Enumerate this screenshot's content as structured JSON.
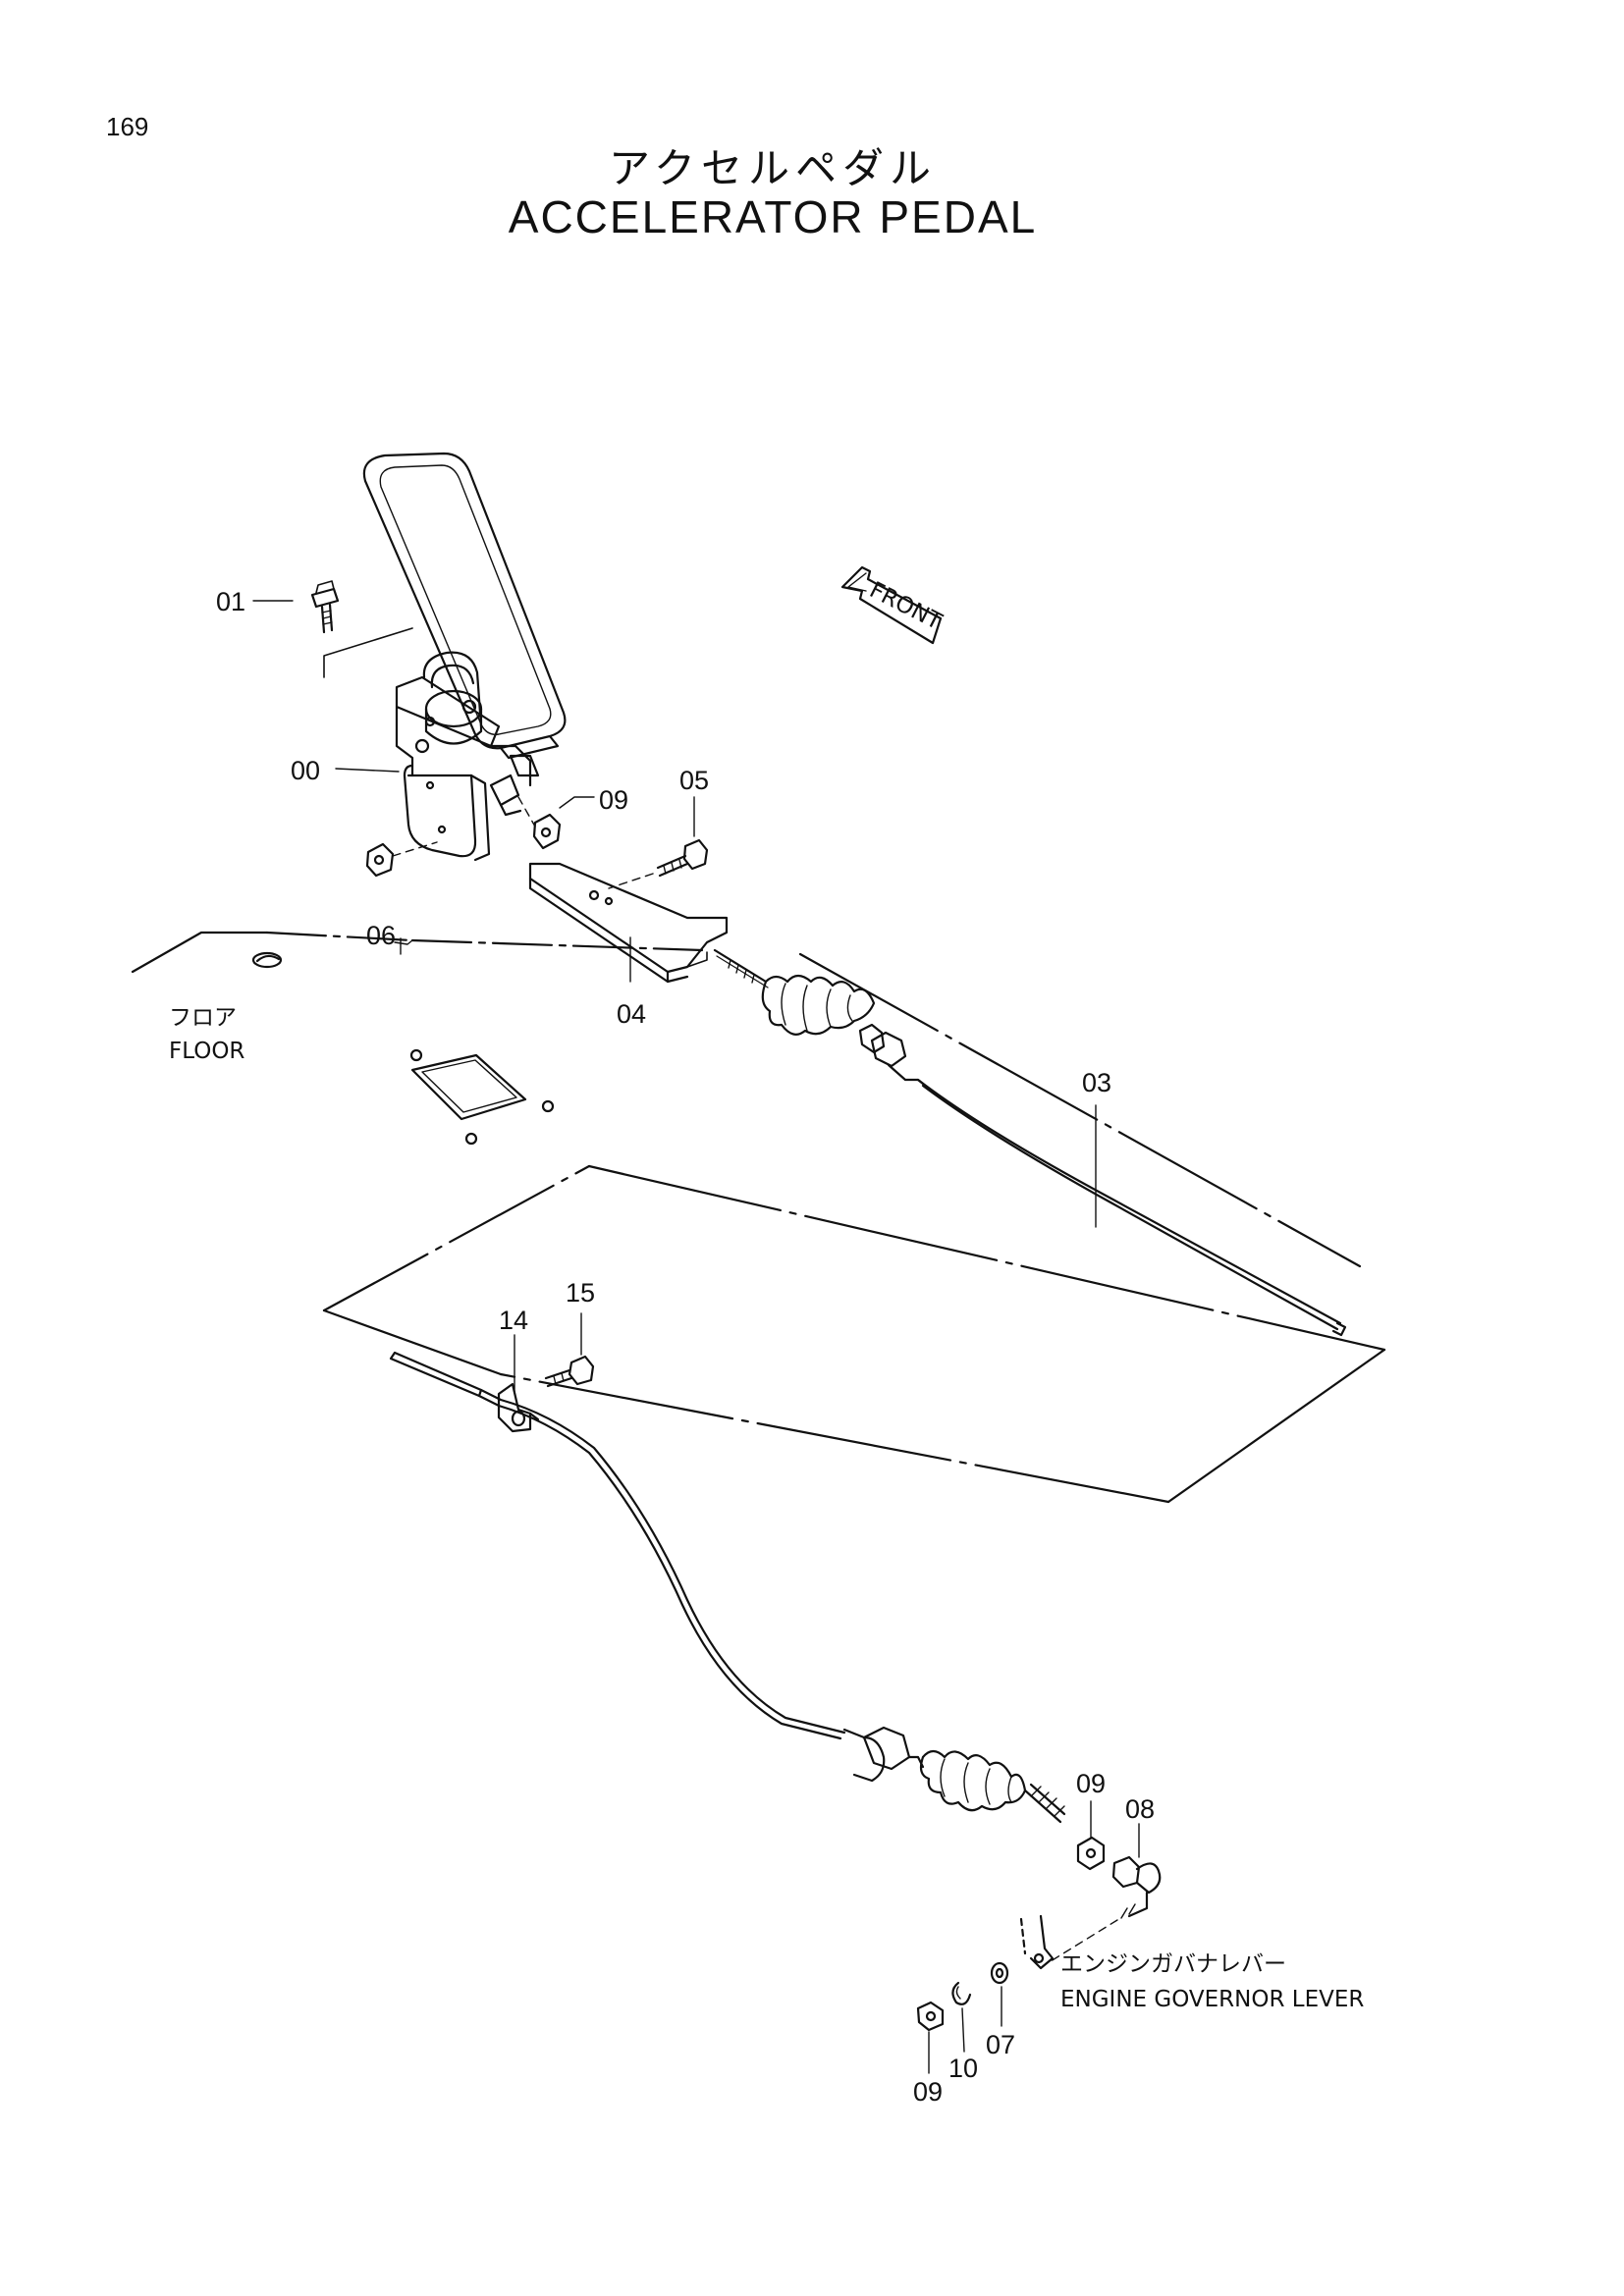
{
  "page_number": "169",
  "title_jp": "アクセルペダル",
  "title_en": "ACCELERATOR PEDAL",
  "front_arrow_label": "FRONT",
  "floor_label_jp": "フロア",
  "floor_label_en": "FLOOR",
  "governor_label_jp": "エンジンガバナレバー",
  "governor_label_en": "ENGINE GOVERNOR LEVER",
  "callouts": {
    "c01": "01",
    "c00": "00",
    "c09a": "09",
    "c05": "05",
    "c06": "06",
    "c04": "04",
    "c03": "03",
    "c14": "14",
    "c15": "15",
    "c09b": "09",
    "c08": "08",
    "c07": "07",
    "c10": "10",
    "c09c": "09"
  }
}
